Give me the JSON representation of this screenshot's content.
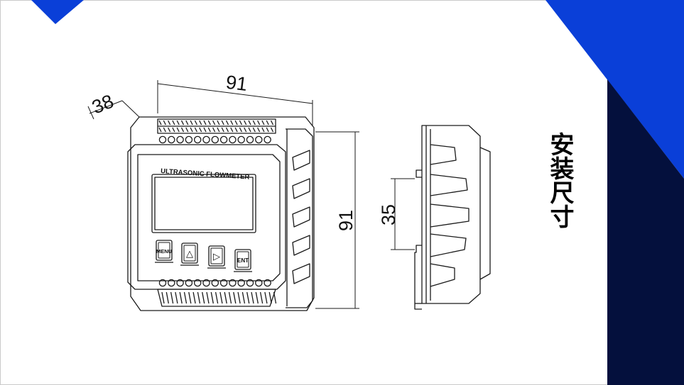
{
  "heading": "安装尺寸",
  "front_view": {
    "device_label": "ULTRASONIC FLOWMETER",
    "width_dim": "91",
    "height_dim": "91",
    "depth_dim": "38",
    "buttons": [
      {
        "name": "menu",
        "label": "MENU"
      },
      {
        "name": "up",
        "label": "△"
      },
      {
        "name": "right",
        "label": "▷"
      },
      {
        "name": "enter",
        "label": "ENT"
      }
    ]
  },
  "side_view": {
    "rail_dim": "35"
  },
  "colors": {
    "accent_blue": "#0a3fd8",
    "navy": "#04103d",
    "line": "#1a1a1a"
  }
}
